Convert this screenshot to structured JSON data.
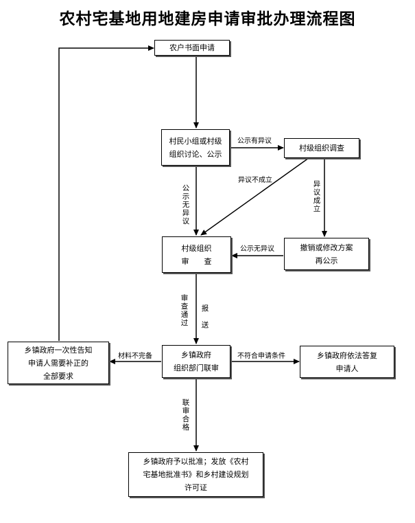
{
  "title": "农村宅基地用地建房申请审批办理流程图",
  "nodes": {
    "apply": "农户书面申请",
    "discuss": "村民小组或村级\n组织讨论、公示",
    "investigate": "村级组织调查",
    "review": "村级组织\n审　　查",
    "revise": "撤销或修改方案\n再公示",
    "joint": "乡镇政府\n组织部门联审",
    "inform": "乡镇政府一次性告知\n申请人需要补正的\n全部要求",
    "reply": "乡镇政府依法答复\n申请人",
    "approve": "乡镇政府予以批准；发放《农村\n宅基地批准书》和乡村建设规划\n许可证"
  },
  "edges": {
    "objection": "公示有异议",
    "no_objection": "公示无异议",
    "objection_invalid": "异议不成立",
    "objection_valid": "异议成立",
    "revise_no_objection": "公示无异议",
    "passed": "审查通过",
    "report": "报送",
    "incomplete": "材料不完备",
    "not_qualified": "不符合申请条件",
    "joint_passed": "联审合格"
  }
}
